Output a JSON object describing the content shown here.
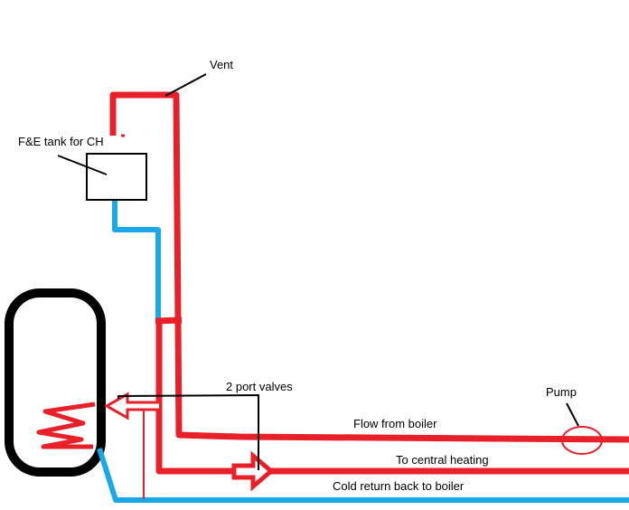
{
  "labels": {
    "vent": "Vent",
    "fe_tank": "F&E tank for CH",
    "valves": "2 port valves",
    "pump": "Pump",
    "flow": "Flow from boiler",
    "to_ch": "To central heating",
    "cold_return": "Cold return back to boiler"
  },
  "colors": {
    "hot": "#e8202a",
    "cold": "#1ba8e8",
    "outline": "#000000",
    "background": "#ffffff"
  }
}
